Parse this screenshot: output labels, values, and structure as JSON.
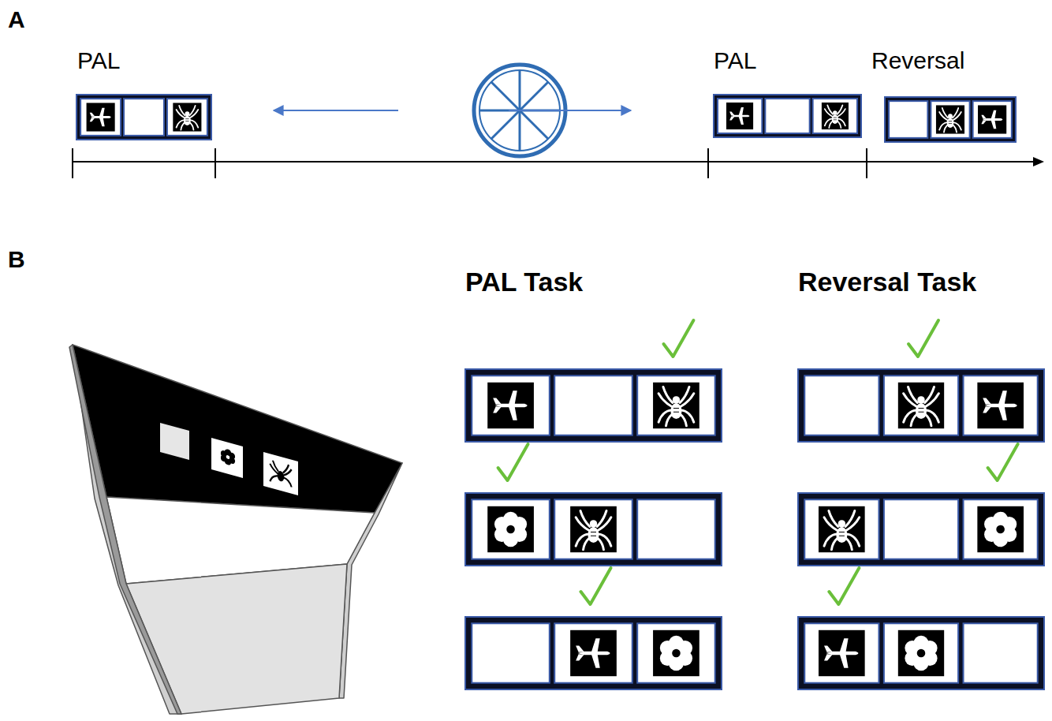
{
  "diagram": {
    "labels": [
      "A",
      "PAL",
      "PAL",
      "Reversal",
      "B",
      "PAL Task",
      "Reversal Task"
    ]
  }
}
